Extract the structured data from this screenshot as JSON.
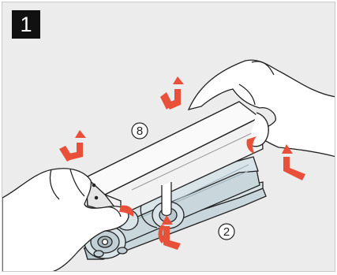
{
  "step": {
    "number": "1"
  },
  "callouts": {
    "cover": "8",
    "base": "2"
  },
  "colors": {
    "background": "#ececec",
    "cover": "#f2f2f2",
    "base": "#c9d7dd",
    "arrow": "#e8503a",
    "line": "#222222"
  },
  "icons": [
    "rotate-arrow-icon",
    "push-arrow-icon"
  ]
}
